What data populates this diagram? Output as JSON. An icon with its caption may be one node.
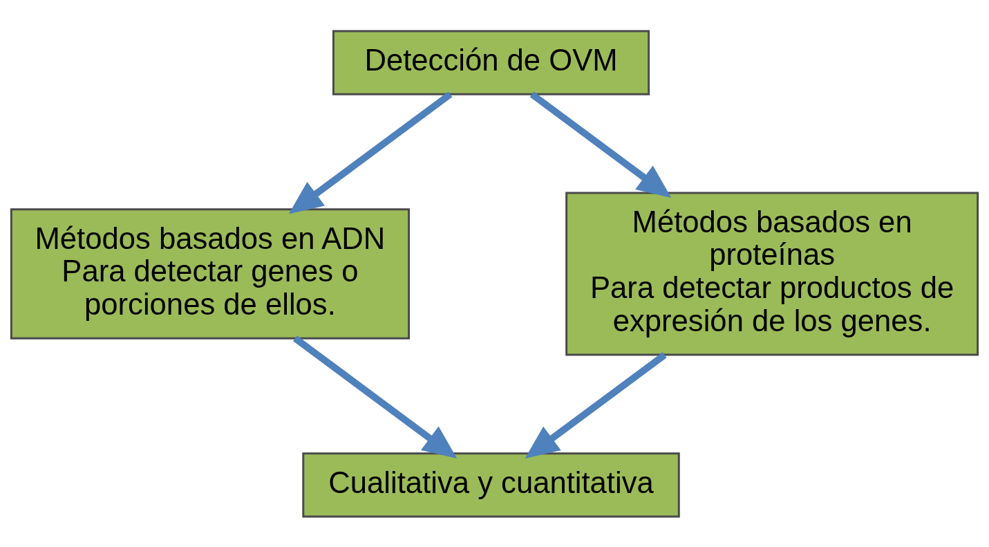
{
  "diagram": {
    "nodes": [
      {
        "text": [
          "Detección de OVM"
        ]
      },
      {
        "text": [
          "Métodos basados en ADN",
          "Para detectar genes o porciones de ellos."
        ]
      },
      {
        "text": [
          "Métodos basados en proteínas",
          "Para detectar productos de expresión de los genes."
        ]
      },
      {
        "text": [
          "Cualitativa y cuantitativa"
        ]
      }
    ],
    "edges": [
      {
        "from": 0,
        "to": 1,
        "arrow": "to"
      },
      {
        "from": 0,
        "to": 2,
        "arrow": "to"
      },
      {
        "from": 1,
        "to": 3,
        "arrow": "to"
      },
      {
        "from": 2,
        "to": 3,
        "arrow": "to"
      }
    ]
  }
}
